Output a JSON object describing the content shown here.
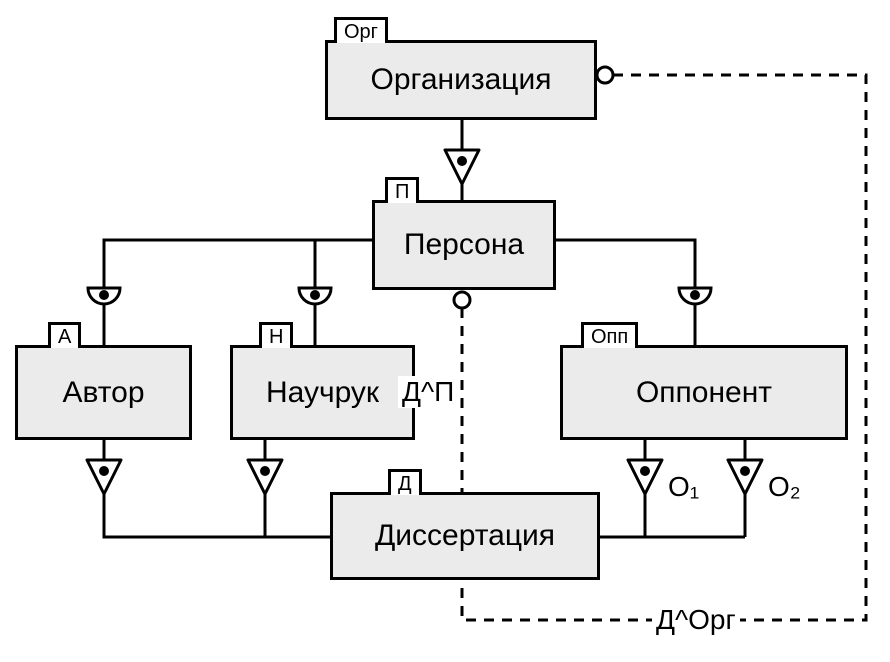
{
  "diagram": {
    "background": "#ffffff",
    "colors": {
      "box_fill": "#ebebeb",
      "stroke": "#000000",
      "text": "#000000"
    },
    "entities": {
      "organization": {
        "tag": "Орг",
        "label": "Организация"
      },
      "person": {
        "tag": "П",
        "label": "Персона"
      },
      "author": {
        "tag": "А",
        "label": "Автор"
      },
      "advisor": {
        "tag": "Н",
        "label": "Научрук"
      },
      "opponent": {
        "tag": "Опп",
        "label": "Оппонент"
      },
      "dissertation": {
        "tag": "Д",
        "label": "Диссертация"
      }
    },
    "edge_labels": {
      "dissertation_person": "Д^П",
      "dissertation_organization": "Д^Орг",
      "opponent_role_1": "О₁",
      "opponent_role_2": "О₂"
    },
    "icons": {
      "triangle_dot": "▽·",
      "cup_dot": "◡·",
      "connector_circle": "○"
    }
  }
}
